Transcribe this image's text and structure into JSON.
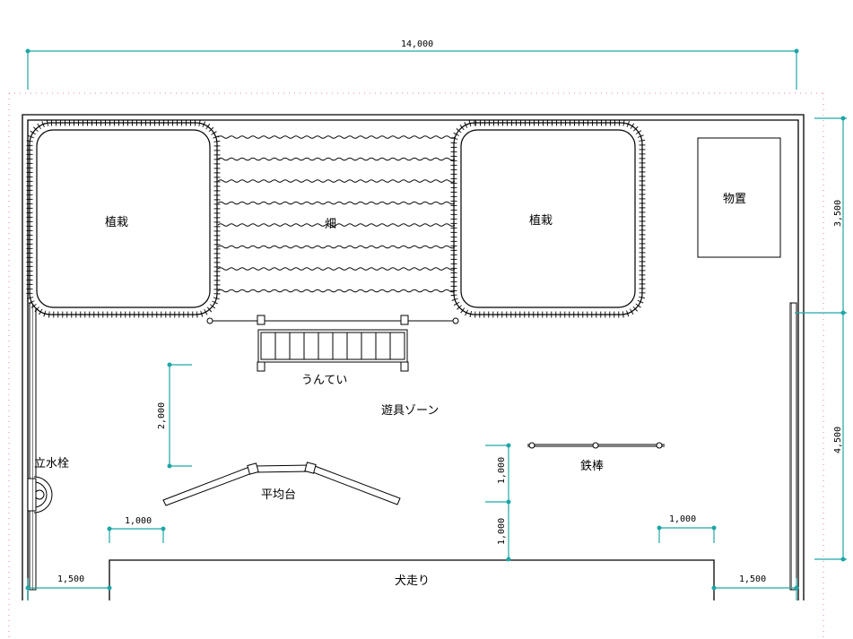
{
  "labels": {
    "planting_left": "植栽",
    "field": "畑",
    "planting_right": "植栽",
    "storage": "物置",
    "ladder": "うんてい",
    "play_zone": "遊具ゾーン",
    "hydrant": "立水栓",
    "balance_beam": "平均台",
    "iron_bar": "鉄棒",
    "dog_run": "犬走り"
  },
  "dimensions": {
    "total_width": "14,000",
    "right_upper": "3,500",
    "right_lower": "4,500",
    "left_vertical": "2,000",
    "center_upper": "1,000",
    "center_lower": "1,000",
    "left_small": "1,000",
    "right_small": "1,000",
    "left_edge": "1,500",
    "right_edge": "1,500"
  },
  "colors": {
    "dimension": "#1fa6a6",
    "line": "#000000",
    "grid_dot": "#e080c0"
  }
}
